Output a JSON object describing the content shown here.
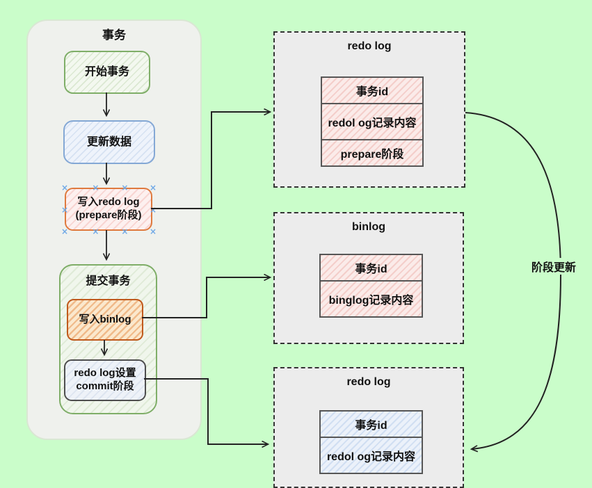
{
  "flow": {
    "group_title": "事务",
    "start_label": "开始事务",
    "update_label": "更新数据",
    "write_redo_line1": "写入redo log",
    "write_redo_line2": "(prepare阶段)",
    "commit_group_title": "提交事务",
    "write_binlog_label": "写入binlog",
    "set_commit_line1": "redo log设置",
    "set_commit_line2": "commit阶段"
  },
  "panels": [
    {
      "title": "redo log",
      "rows": [
        "事务id",
        "redol og记录内容",
        "prepare阶段"
      ]
    },
    {
      "title": "binlog",
      "rows": [
        "事务id",
        "binglog记录内容"
      ]
    },
    {
      "title": "redo log",
      "rows": [
        "事务id",
        "redol og记录内容"
      ]
    }
  ],
  "annotations": {
    "curve_label": "阶段更新"
  },
  "icons": {
    "selection_handle": "×"
  },
  "colors": {
    "background": "#cafdca",
    "group_fill": "#eff1ed",
    "green_border": "#7fae68",
    "blue_border": "#84a8d5",
    "orange_border": "#df7a3e",
    "dark_orange_border": "#c05a1d",
    "gray_border": "#4e4e4e",
    "panel_fill": "#ececec",
    "pink_row_fill": "#fbebe9",
    "blue_row_fill": "#ebf1fa",
    "selection_handle": "#70a9e6",
    "connector": "#222222"
  }
}
